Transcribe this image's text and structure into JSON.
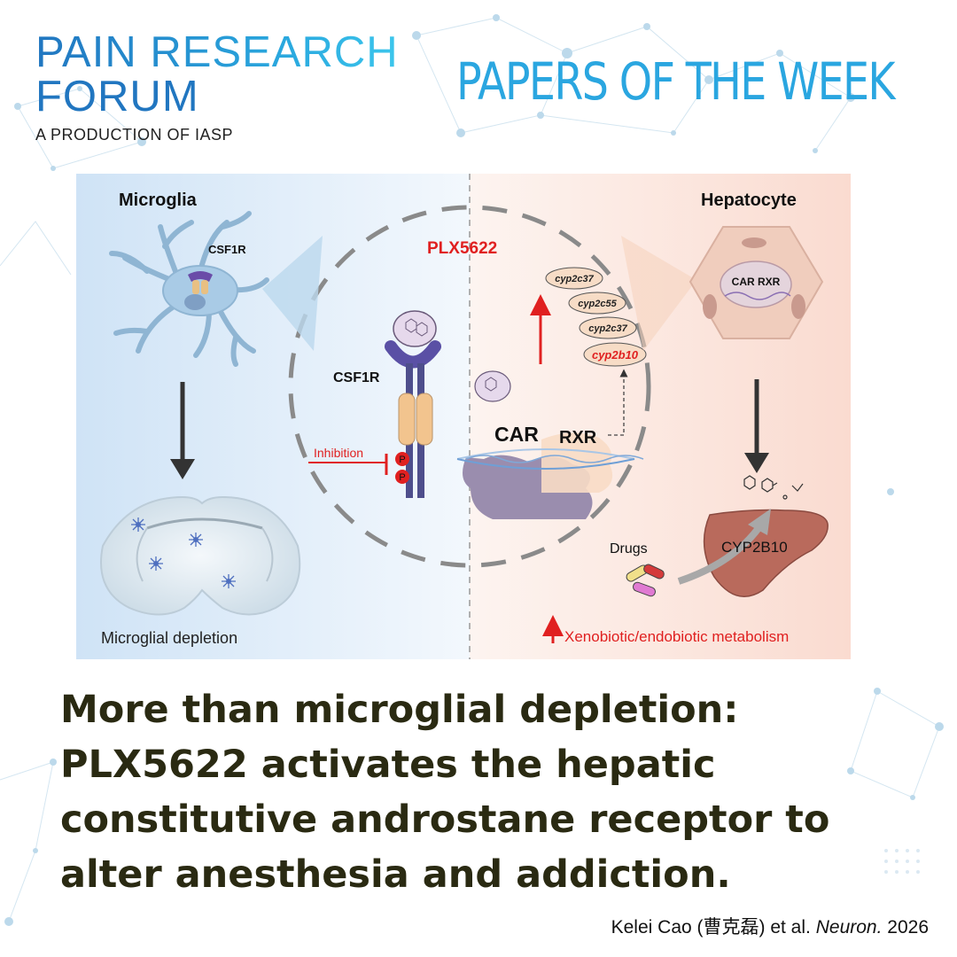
{
  "header": {
    "brand_line1": "PAIN RESEARCH",
    "brand_line2": "FORUM",
    "brand_sub": "A PRODUCTION OF IASP",
    "section_title": "PAPERS OF THE WEEK"
  },
  "figure": {
    "left_title": "Microglia",
    "right_title": "Hepatocyte",
    "csf1r_small": "CSF1R",
    "csf1r_large": "CSF1R",
    "drug": "PLX5622",
    "inhibition": "Inhibition",
    "phospho": "P",
    "car": "CAR",
    "rxr": "RXR",
    "car_rxr_small": "CAR RXR",
    "genes": [
      "cyp2c37",
      "cyp2c55",
      "cyp2c37",
      "cyp2b10"
    ],
    "drugs_label": "Drugs",
    "enzyme": "CYP2B10",
    "left_caption": "Microglial depletion",
    "right_caption": "Xenobiotic/endobiotic metabolism"
  },
  "headline": "More than microglial depletion: PLX5622 activates the hepatic constitutive androstane receptor to alter anesthesia and addiction.",
  "citation": {
    "authors": "Kelei Cao (曹克磊) et al.",
    "journal": "Neuron.",
    "year": "2026"
  },
  "colors": {
    "brand_blue": "#2176c0",
    "title_cyan": "#2aa6e0",
    "highlight_red": "#e02020",
    "headline_text": "#2a2a12"
  }
}
